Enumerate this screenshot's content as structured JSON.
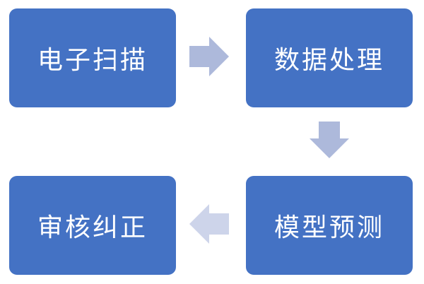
{
  "steps": [
    {
      "label": "电子扫描"
    },
    {
      "label": "数据处理"
    },
    {
      "label": "模型预测"
    },
    {
      "label": "审核纠正"
    }
  ],
  "colors": {
    "box_fill": "#4472c4",
    "box_text": "#ffffff",
    "arrow_right": "#adb9db",
    "arrow_down": "#adb9db",
    "arrow_left": "#cdd4ea"
  },
  "arrows": [
    {
      "from": "电子扫描",
      "to": "数据处理",
      "direction": "right"
    },
    {
      "from": "数据处理",
      "to": "模型预测",
      "direction": "down"
    },
    {
      "from": "模型预测",
      "to": "审核纠正",
      "direction": "left"
    }
  ]
}
